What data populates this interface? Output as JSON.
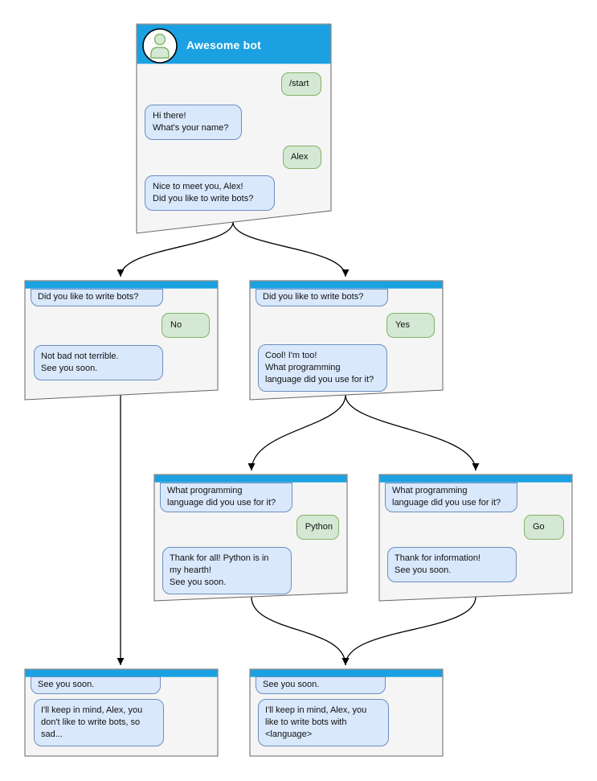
{
  "palette": {
    "header_blue": "#1BA1E2",
    "window_fill": "#F5F5F5",
    "window_border": "#666666",
    "bot_bubble_fill": "#DAE8FC",
    "bot_bubble_border": "#6C8EBF",
    "user_bubble_fill": "#D5E8D4",
    "user_bubble_border": "#82B366",
    "arrow_color": "#000000",
    "title_color": "#FFFFFF"
  },
  "windows": [
    {
      "id": "start",
      "title": "Awesome bot",
      "messages": [
        {
          "from": "user",
          "text": "/start"
        },
        {
          "from": "bot",
          "text": "Hi there!\nWhat's your name?"
        },
        {
          "from": "user",
          "text": "Alex"
        },
        {
          "from": "bot",
          "text": "Nice to meet you, Alex!\nDid you like to write bots?"
        }
      ]
    },
    {
      "id": "branch-no",
      "title": "",
      "messages": [
        {
          "from": "bot",
          "text": "Did you like to write bots?"
        },
        {
          "from": "user",
          "text": "No"
        },
        {
          "from": "bot",
          "text": "Not bad not terrible.\nSee you soon."
        }
      ]
    },
    {
      "id": "branch-yes",
      "title": "",
      "messages": [
        {
          "from": "bot",
          "text": "Did you like to write bots?"
        },
        {
          "from": "user",
          "text": "Yes"
        },
        {
          "from": "bot",
          "text": "Cool! I'm too!\nWhat programming\nlanguage did you use for it?"
        }
      ]
    },
    {
      "id": "lang-python",
      "title": "",
      "messages": [
        {
          "from": "bot",
          "text": "What programming\nlanguage did you use for it?"
        },
        {
          "from": "user",
          "text": "Python"
        },
        {
          "from": "bot",
          "text": "Thank for all! Python is in\nmy hearth!\nSee you soon."
        }
      ]
    },
    {
      "id": "lang-go",
      "title": "",
      "messages": [
        {
          "from": "bot",
          "text": "What programming\nlanguage did you use for it?"
        },
        {
          "from": "user",
          "text": "Go"
        },
        {
          "from": "bot",
          "text": "Thank for information!\nSee you soon."
        }
      ]
    },
    {
      "id": "end-no",
      "title": "",
      "messages": [
        {
          "from": "bot",
          "text": "See you soon."
        },
        {
          "from": "bot",
          "text": "I'll keep in mind, Alex, you\ndon't like to write bots, so\nsad..."
        }
      ]
    },
    {
      "id": "end-yes",
      "title": "",
      "messages": [
        {
          "from": "bot",
          "text": "See you soon."
        },
        {
          "from": "bot",
          "text": "I'll keep in mind, Alex, you\nlike to write bots with\n<language>"
        }
      ]
    }
  ],
  "edges": [
    {
      "from": "start",
      "to": "branch-no"
    },
    {
      "from": "start",
      "to": "branch-yes"
    },
    {
      "from": "branch-no",
      "to": "end-no"
    },
    {
      "from": "branch-yes",
      "to": "lang-python"
    },
    {
      "from": "branch-yes",
      "to": "lang-go"
    },
    {
      "from": "lang-python",
      "to": "end-yes"
    },
    {
      "from": "lang-go",
      "to": "end-yes"
    }
  ]
}
